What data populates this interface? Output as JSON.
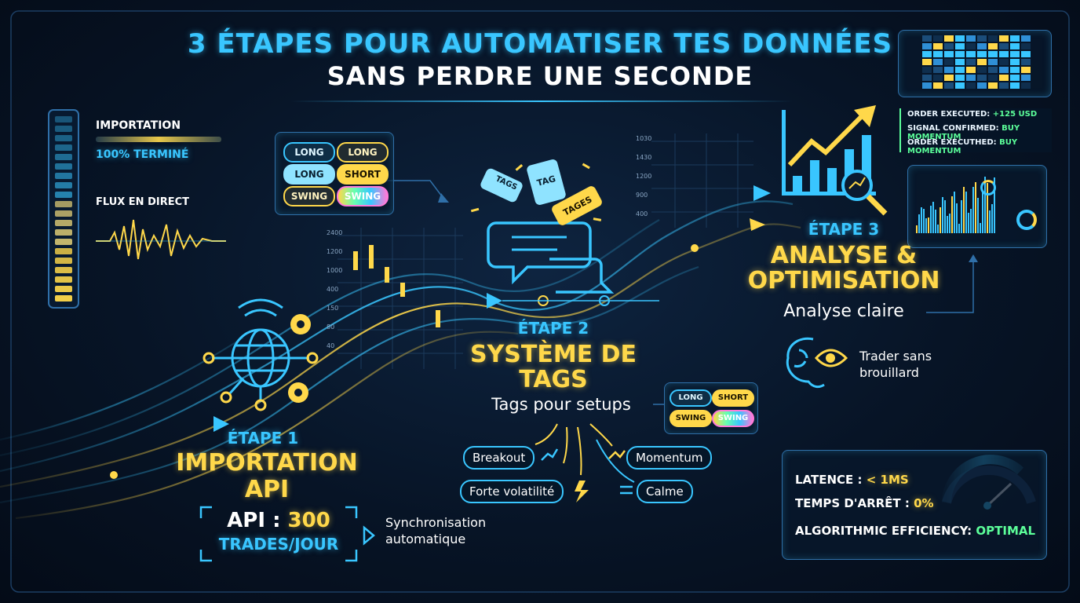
{
  "title": {
    "line1": "3 ÉTAPES POUR AUTOMATISER TES DONNÉES",
    "line2": "SANS PERDRE UNE SECONDE"
  },
  "left_panel": {
    "import_label": "IMPORTATION",
    "import_status": "100% TERMINÉ",
    "stream_label": "FLUX EN DIRECT"
  },
  "tags_panel": {
    "pills": [
      "LONG",
      "LONG",
      "LONG",
      "SHORT",
      "SWING",
      "SWING"
    ]
  },
  "step1": {
    "label": "ÉTAPE 1",
    "title_line1": "IMPORTATION",
    "title_line2": "API",
    "api_prefix": "API :",
    "api_value": "300",
    "api_unit": "TRADES/JOUR",
    "sync_line1": "Synchronisation",
    "sync_line2": "automatique"
  },
  "step2": {
    "label": "ÉTAPE 2",
    "title_line1": "SYSTÈME DE",
    "title_line2": "TAGS",
    "subtitle": "Tags pour setups",
    "bubble_tags": [
      "TAGS",
      "TAG",
      "TAGES"
    ],
    "mini_pills": [
      "LONG",
      "SHORT",
      "SWING",
      "SWING"
    ],
    "setups": [
      "Breakout",
      "Momentum",
      "Forte volatilité",
      "Calme"
    ]
  },
  "step3": {
    "label": "ÉTAPE 3",
    "title_line1": "ANALYSE &",
    "title_line2": "OPTIMISATION",
    "subtitle": "Analyse claire",
    "trader_line1": "Trader sans",
    "trader_line2": "brouillard"
  },
  "log": {
    "lines": [
      {
        "label": "ORDER EXECUTED:",
        "value": "+125 USD"
      },
      {
        "label": "SIGNAL CONFIRMED:",
        "value": "BUY MOMENTUM"
      },
      {
        "label": "ORDER EXECUTHED:",
        "value": "BUY MOMENTUM"
      }
    ]
  },
  "stats": {
    "latency_label": "LATENCE :",
    "latency_value": "< 1MS",
    "downtime_label": "TEMPS D'ARRÊT :",
    "downtime_value": "0%",
    "efficiency_label": "ALGORITHMIC EFFICIENCY:",
    "efficiency_value": "OPTIMAL"
  },
  "mini_axis": {
    "left": [
      "2400",
      "1200",
      "1000",
      "400",
      "150",
      "80",
      "40"
    ],
    "top": [
      "1030",
      "1430",
      "1200",
      "900",
      "400"
    ]
  },
  "colors": {
    "accent_blue": "#39c6ff",
    "accent_yellow": "#ffd84a",
    "success_green": "#5cff9a"
  }
}
